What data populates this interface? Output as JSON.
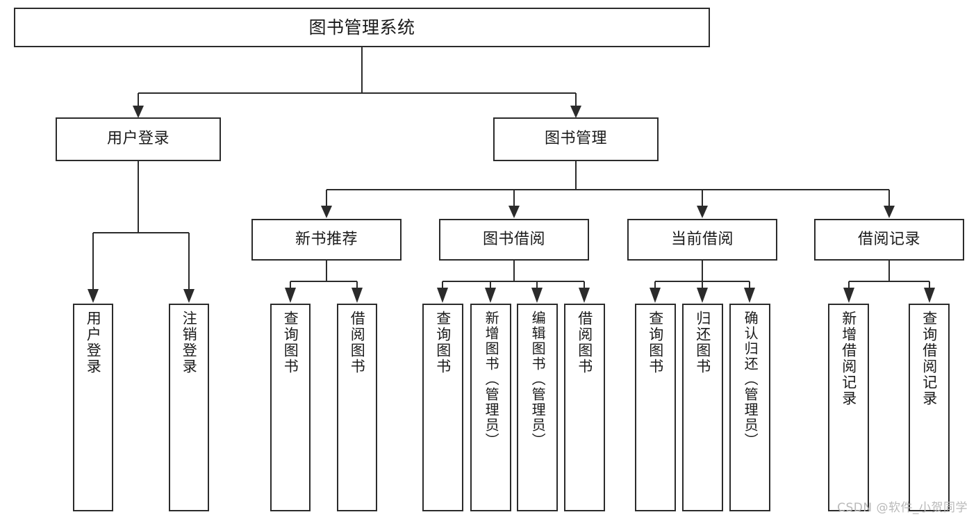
{
  "diagram": {
    "title": "图书管理系统",
    "type": "功能结构图",
    "colors": {
      "stroke": "#2b2b2b",
      "background": "#ffffff",
      "text": "#1a1a1a",
      "watermark": "#b9b9b9"
    },
    "root": {
      "label": "图书管理系统"
    },
    "level2": [
      {
        "id": "user-login",
        "label": "用户登录"
      },
      {
        "id": "book-manage",
        "label": "图书管理"
      }
    ],
    "level3": [
      {
        "id": "new-book-recommend",
        "label": "新书推荐"
      },
      {
        "id": "book-borrow",
        "label": "图书借阅"
      },
      {
        "id": "current-borrow",
        "label": "当前借阅"
      },
      {
        "id": "borrow-record",
        "label": "借阅记录"
      }
    ],
    "leaves": {
      "user_login": [
        {
          "id": "leaf-user-login",
          "label": "用户登录"
        },
        {
          "id": "leaf-logout-login",
          "label": "注销登录"
        }
      ],
      "new_book_recommend": [
        {
          "id": "leaf-query-book-1",
          "label": "查询图书"
        },
        {
          "id": "leaf-borrow-book-1",
          "label": "借阅图书"
        }
      ],
      "book_borrow": [
        {
          "id": "leaf-query-book-2",
          "label": "查询图书"
        },
        {
          "id": "leaf-add-book",
          "label": "新增图书（管理员）"
        },
        {
          "id": "leaf-edit-book",
          "label": "编辑图书（管理员）"
        },
        {
          "id": "leaf-borrow-book-2",
          "label": "借阅图书"
        }
      ],
      "current_borrow": [
        {
          "id": "leaf-query-book-3",
          "label": "查询图书"
        },
        {
          "id": "leaf-return-book",
          "label": "归还图书"
        },
        {
          "id": "leaf-confirm-return",
          "label": "确认归还（管理员）"
        }
      ],
      "borrow_record": [
        {
          "id": "leaf-add-record",
          "label": "新增借阅记录"
        },
        {
          "id": "leaf-query-record",
          "label": "查询借阅记录"
        }
      ]
    },
    "watermark": "CSDN @软件_小贺同学"
  }
}
